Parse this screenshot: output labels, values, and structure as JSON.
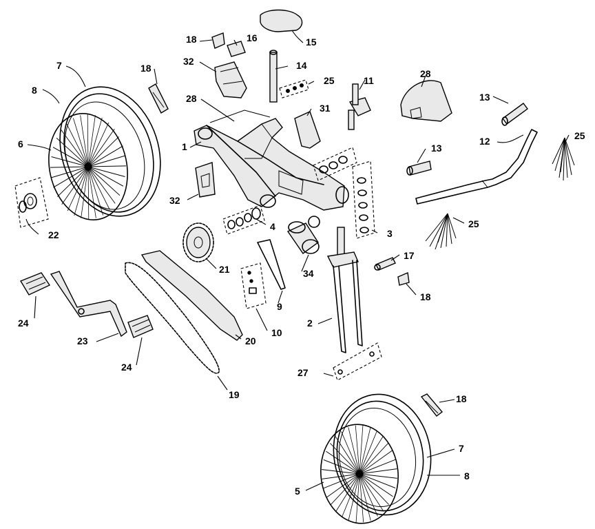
{
  "callouts": {
    "c1": "1",
    "c2": "2",
    "c3": "3",
    "c4": "4",
    "c5": "5",
    "c6": "6",
    "c7a": "7",
    "c7b": "7",
    "c8a": "8",
    "c8b": "8",
    "c9": "9",
    "c10": "10",
    "c11": "11",
    "c12": "12",
    "c13a": "13",
    "c13b": "13",
    "c14": "14",
    "c15": "15",
    "c16": "16",
    "c17": "17",
    "c18a": "18",
    "c18b": "18",
    "c18c": "18",
    "c18d": "18",
    "c19": "19",
    "c20": "20",
    "c21": "21",
    "c22": "22",
    "c23": "23",
    "c24a": "24",
    "c24b": "24",
    "c25a": "25",
    "c25b": "25",
    "c25c": "25",
    "c27": "27",
    "c28a": "28",
    "c28b": "28",
    "c31": "31",
    "c32a": "32",
    "c32b": "32",
    "c34": "34"
  }
}
